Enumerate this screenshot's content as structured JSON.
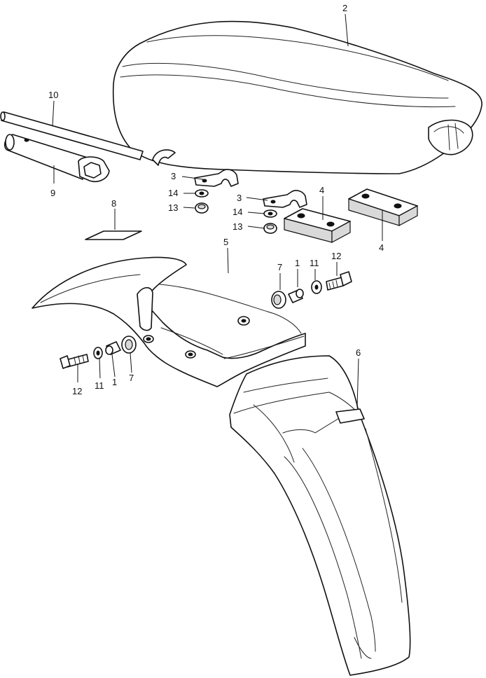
{
  "callouts": [
    {
      "id": "c2",
      "text": "2"
    },
    {
      "id": "c10",
      "text": "10"
    },
    {
      "id": "c9",
      "text": "9"
    },
    {
      "id": "c3a",
      "text": "3"
    },
    {
      "id": "c14a",
      "text": "14"
    },
    {
      "id": "c13a",
      "text": "13"
    },
    {
      "id": "c3b",
      "text": "3"
    },
    {
      "id": "c14b",
      "text": "14"
    },
    {
      "id": "c13b",
      "text": "13"
    },
    {
      "id": "c4a",
      "text": "4"
    },
    {
      "id": "c4b",
      "text": "4"
    },
    {
      "id": "c8",
      "text": "8"
    },
    {
      "id": "c5",
      "text": "5"
    },
    {
      "id": "c7a",
      "text": "7"
    },
    {
      "id": "c1a",
      "text": "1"
    },
    {
      "id": "c11a",
      "text": "11"
    },
    {
      "id": "c12a",
      "text": "12"
    },
    {
      "id": "c12b",
      "text": "12"
    },
    {
      "id": "c11b",
      "text": "11"
    },
    {
      "id": "c1b",
      "text": "1"
    },
    {
      "id": "c7b",
      "text": "7"
    },
    {
      "id": "c6",
      "text": "6"
    }
  ]
}
